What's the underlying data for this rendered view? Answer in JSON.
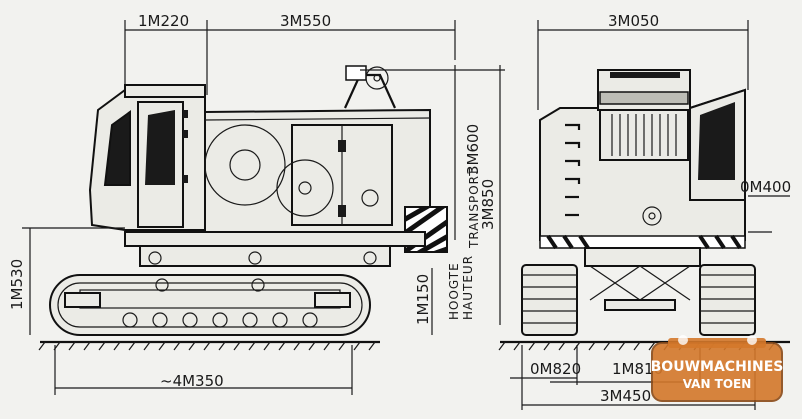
{
  "dimensions": {
    "side_front_length": "1M220",
    "side_body_length": "3M550",
    "front_width": "3M050",
    "transport_height": "3M600",
    "total_height": "3M850",
    "counterweight_offset": "0M400",
    "track_height": "1M530",
    "ground_clearance": "1M150",
    "track_length": "~4M350",
    "track_width": "0M820",
    "track_gauge": "1M810",
    "overall_width": "3M450"
  },
  "labels": {
    "transport": "TRANSPORT",
    "hoogte": "HOOGTE",
    "hauteur": "HAUTEUR"
  },
  "logo": {
    "line1": "BOUWMACHINES",
    "line2": "VAN TOEN"
  },
  "colors": {
    "paper": "#f2f2ef",
    "ink": "#1a1a1a",
    "logo_orange": "#d4782a"
  }
}
